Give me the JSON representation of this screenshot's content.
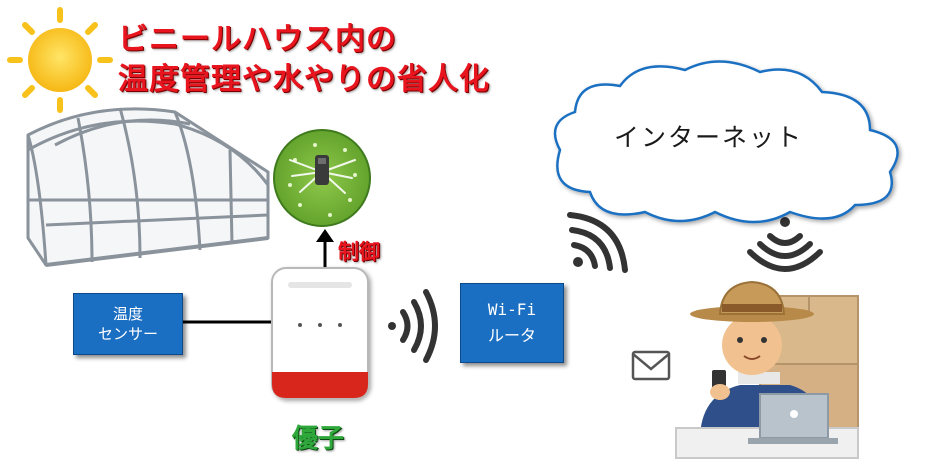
{
  "title": {
    "line1": "ビニールハウス内の",
    "line2": "温度管理や水やりの省人化"
  },
  "internet_label": "インターネット",
  "control_label": "制御",
  "device_label": "優子",
  "sensor_box": {
    "line1": "温度",
    "line2": "センサー"
  },
  "router_box": {
    "line1": "Wi-Fi",
    "line2": "ルータ"
  },
  "colors": {
    "title_red": "#e8141e",
    "box_blue": "#1b6fc2",
    "device_green": "#2ea83a",
    "sun_yellow": "#f6c21b"
  },
  "icons": [
    "sun-icon",
    "greenhouse-icon",
    "sprinkler-icon",
    "iot-device-icon",
    "wifi-signal-icon",
    "cloud-icon",
    "mail-icon",
    "farmer-icon",
    "laptop-icon"
  ]
}
